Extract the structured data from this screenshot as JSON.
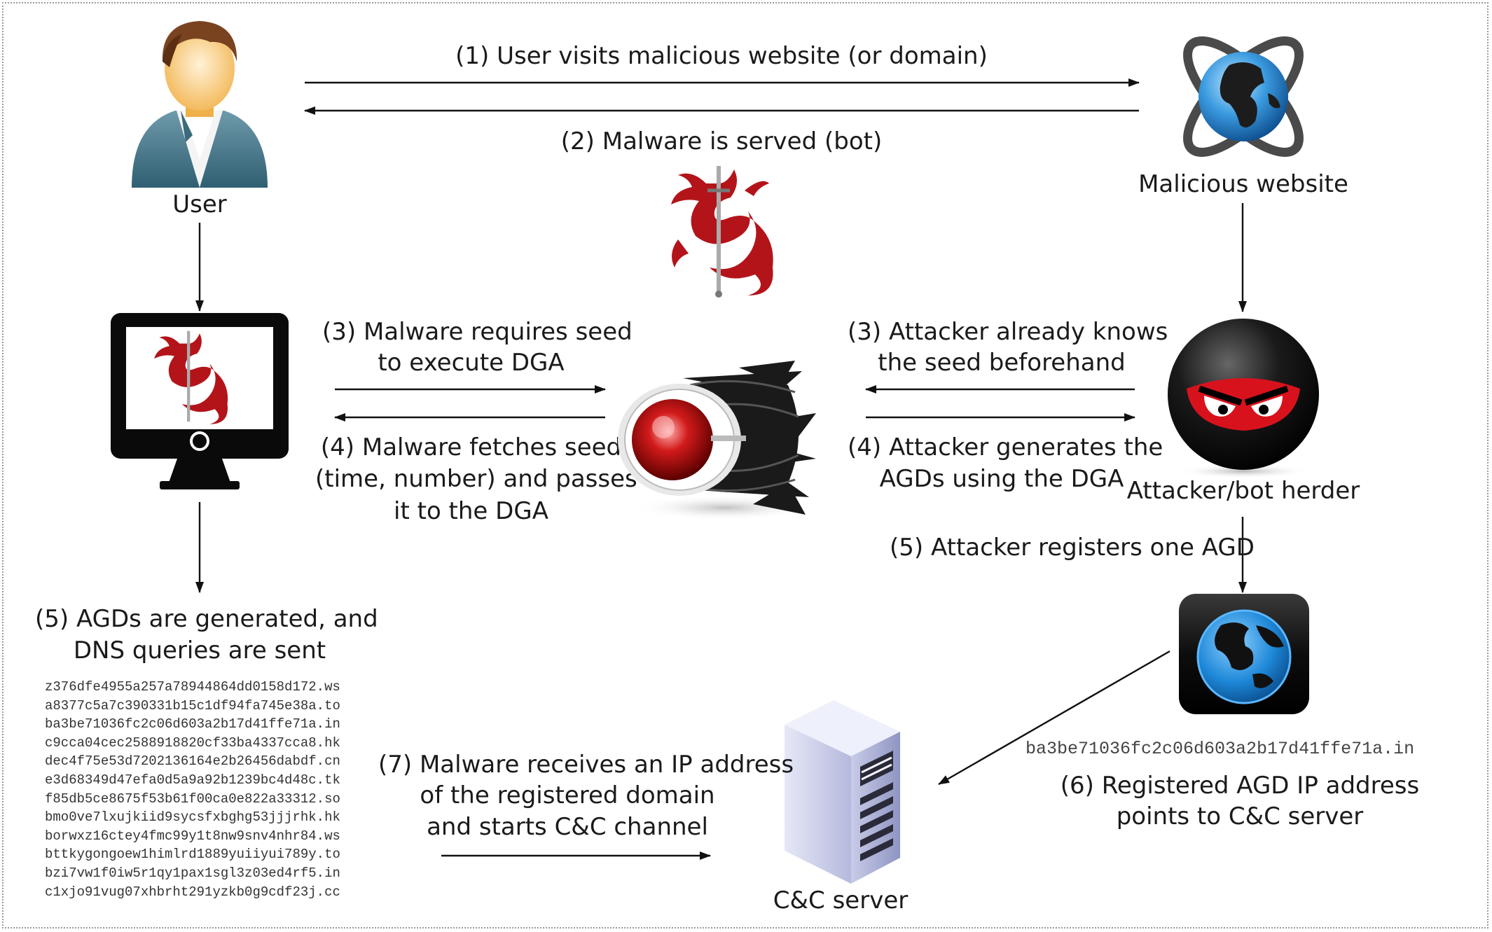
{
  "nodes": {
    "user": "User",
    "malicious_website": "Malicious website",
    "attacker": "Attacker/bot herder",
    "cc_server": "C&C  server"
  },
  "steps": {
    "s1": "(1) User visits malicious website (or domain)",
    "s2": "(2) Malware is served (bot)",
    "s3_left_1": "(3) Malware requires seed",
    "s3_left_2": "to execute DGA",
    "s3_right_1": "(3) Attacker already knows",
    "s3_right_2": "the seed beforehand",
    "s4_left_1": "(4) Malware fetches seed",
    "s4_left_2": "(time, number) and passes",
    "s4_left_3": "it to the DGA",
    "s4_right_1": "(4) Attacker generates the",
    "s4_right_2": "AGDs using the DGA",
    "s5_right": "(5) Attacker registers one AGD",
    "s5_left_1": "(5) AGDs are generated, and",
    "s5_left_2": "DNS queries are sent",
    "s6_1": "(6) Registered AGD IP address",
    "s6_2": "points to C&C server",
    "s7_1": "(7) Malware receives an IP address",
    "s7_2": "of the registered domain",
    "s7_3": "and starts C&C channel"
  },
  "agd_list": [
    "z376dfe4955a257a78944864dd0158d172.ws",
    "a8377c5a7c390331b15c1df94fa745e38a.to",
    "ba3be71036fc2c06d603a2b17d41ffe71a.in",
    "c9cca04cec2588918820cf33ba4337cca8.hk",
    "dec4f75e53d7202136164e2b26456dabdf.cn",
    "e3d68349d47efa0d5a9a92b1239bc4d48c.tk",
    "f85db5ce8675f53b61f00ca0e822a33312.so",
    "bmo0ve7lxujkiid9sycsfxbghg53jjjrhk.hk",
    "borwxz16ctey4fmc99y1t8nw9snv4nhr84.ws",
    "bttkygongoew1himlrd1889yuiiyui789y.to",
    "bzi7vw1f0iw5r1qy1pax1sgl3z03ed4rf5.in",
    "c1xjo91vug07xhbrht291yzkb0g9cdf23j.cc"
  ],
  "registered_agd": "ba3be71036fc2c06d603a2b17d41ffe71a.in",
  "icons": [
    "user-icon",
    "globe-orbit-icon",
    "dragon-icon",
    "monitor-icon",
    "dga-engine-icon",
    "ninja-icon",
    "globe-tile-icon",
    "server-icon"
  ],
  "colors": {
    "dragon_red": "#b3141a",
    "globe_blue": "#1e88d8",
    "ninja_red": "#d8121c"
  }
}
